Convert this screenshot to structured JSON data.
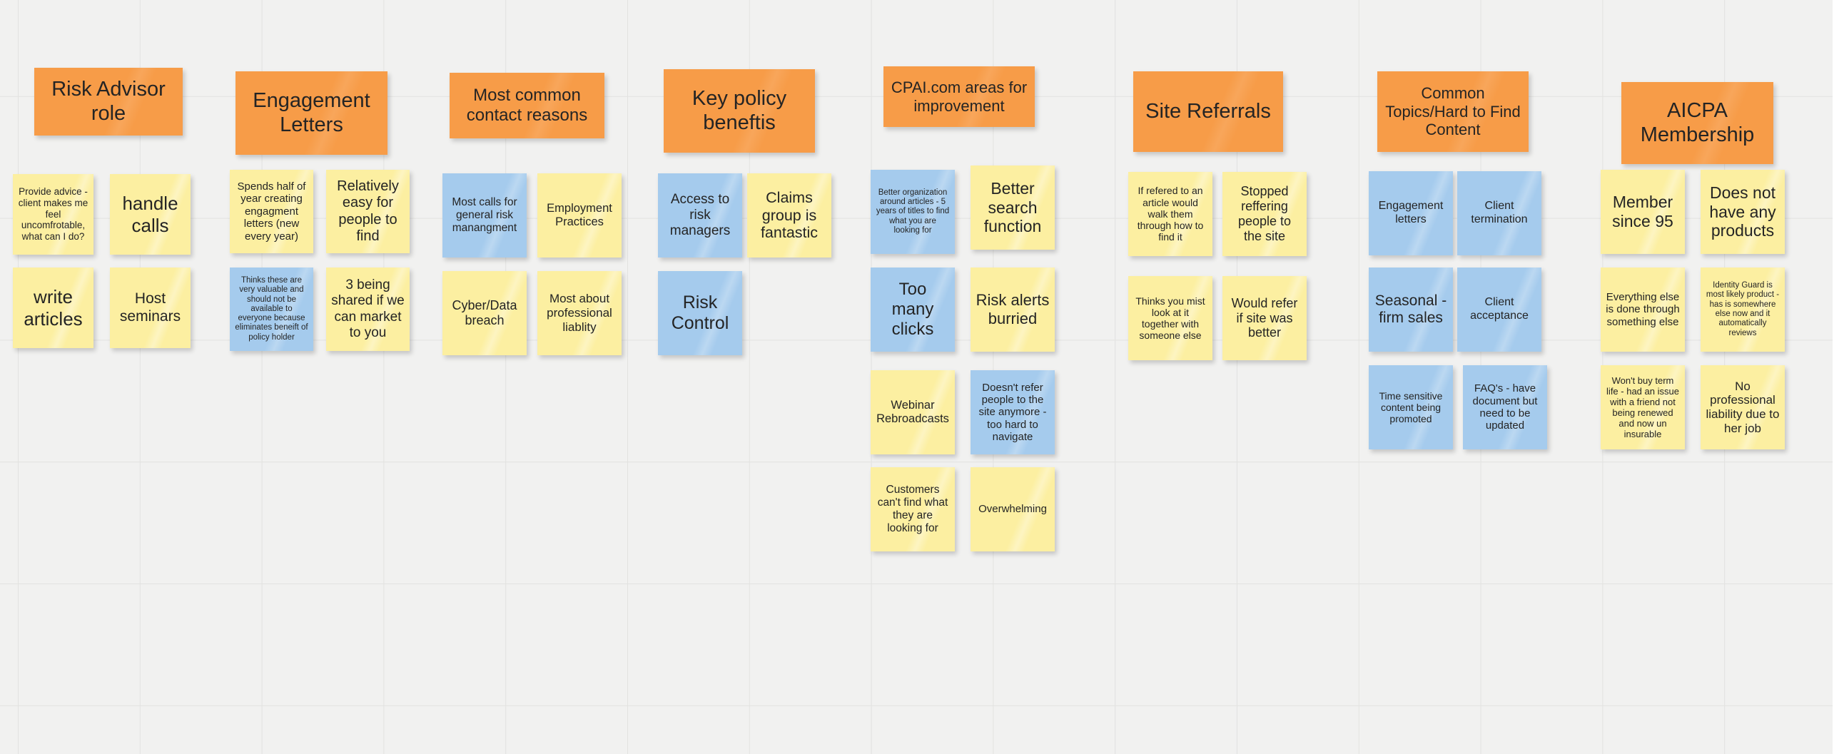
{
  "board": {
    "type": "sticky-note-affinity-board",
    "background_color": "#f1f1f0",
    "grid_color": "#e2e2e0",
    "colors": {
      "header_orange": "#f79c48",
      "note_yellow": "#fcefa1",
      "note_blue": "#a5cbed",
      "text": "#242424"
    }
  },
  "columns": [
    {
      "id": "risk-advisor-role",
      "header": "Risk Advisor role",
      "notes": [
        {
          "text": "Provide advice - client makes me feel uncomfrotable, what can I do?",
          "color": "yellow"
        },
        {
          "text": "handle calls",
          "color": "yellow"
        },
        {
          "text": "write articles",
          "color": "yellow"
        },
        {
          "text": "Host seminars",
          "color": "yellow"
        }
      ]
    },
    {
      "id": "engagement-letters",
      "header": "Engagement Letters",
      "notes": [
        {
          "text": "Spends half of year creating engagment letters (new every year)",
          "color": "yellow"
        },
        {
          "text": "Relatively easy for people to find",
          "color": "yellow"
        },
        {
          "text": "Thinks these are very valuable and should not be available to everyone because eliminates beneift of policy holder",
          "color": "blue"
        },
        {
          "text": "3 being shared if we can market to you",
          "color": "yellow"
        }
      ]
    },
    {
      "id": "most-common-contact-reasons",
      "header": "Most common contact reasons",
      "notes": [
        {
          "text": "Most calls for general risk manangment",
          "color": "blue"
        },
        {
          "text": "Employment Practices",
          "color": "yellow"
        },
        {
          "text": "Cyber/Data breach",
          "color": "yellow"
        },
        {
          "text": "Most about professional liablity",
          "color": "yellow"
        }
      ]
    },
    {
      "id": "key-policy-benefits",
      "header": "Key policy beneftis",
      "notes": [
        {
          "text": "Access to risk managers",
          "color": "blue"
        },
        {
          "text": "Claims group is fantastic",
          "color": "yellow"
        },
        {
          "text": "Risk Control",
          "color": "blue"
        }
      ]
    },
    {
      "id": "cpai-areas-for-improvement",
      "header": "CPAI.com areas for improvement",
      "notes": [
        {
          "text": "Better organization around articles - 5 years of titles to find what you are looking for",
          "color": "blue"
        },
        {
          "text": "Better search function",
          "color": "yellow"
        },
        {
          "text": "Too many clicks",
          "color": "blue"
        },
        {
          "text": "Risk alerts burried",
          "color": "yellow"
        },
        {
          "text": "Webinar Rebroadcasts",
          "color": "yellow"
        },
        {
          "text": "Doesn't refer people to the site anymore - too hard to navigate",
          "color": "blue"
        },
        {
          "text": "Customers can't find what they are looking for",
          "color": "yellow"
        },
        {
          "text": "Overwhelming",
          "color": "yellow"
        }
      ]
    },
    {
      "id": "site-referrals",
      "header": "Site Referrals",
      "notes": [
        {
          "text": "If refered to an article would walk them through how to find it",
          "color": "yellow"
        },
        {
          "text": "Stopped reffering people to the site",
          "color": "yellow"
        },
        {
          "text": "Thinks you mist look at it together with someone else",
          "color": "yellow"
        },
        {
          "text": "Would refer if site was better",
          "color": "yellow"
        }
      ]
    },
    {
      "id": "common-topics-hard-to-find-content",
      "header": "Common Topics/Hard to Find Content",
      "notes": [
        {
          "text": "Engagement letters",
          "color": "blue"
        },
        {
          "text": "Client termination",
          "color": "blue"
        },
        {
          "text": "Seasonal - firm sales",
          "color": "blue"
        },
        {
          "text": "Client acceptance",
          "color": "blue"
        },
        {
          "text": "Time sensitive content being promoted",
          "color": "blue"
        },
        {
          "text": "FAQ's - have document but need to be updated",
          "color": "blue"
        }
      ]
    },
    {
      "id": "aicpa-membership",
      "header": "AICPA Membership",
      "notes": [
        {
          "text": "Member since 95",
          "color": "yellow"
        },
        {
          "text": "Does not have any products",
          "color": "yellow"
        },
        {
          "text": "Everything else is done through something else",
          "color": "yellow"
        },
        {
          "text": "Identity Guard is most likely product - has is somewhere else now and it automatically reviews",
          "color": "yellow"
        },
        {
          "text": "Won't buy term life - had an issue with a friend not being renewed and now un insurable",
          "color": "yellow"
        },
        {
          "text": "No professional liability due to her job",
          "color": "yellow"
        }
      ]
    }
  ]
}
